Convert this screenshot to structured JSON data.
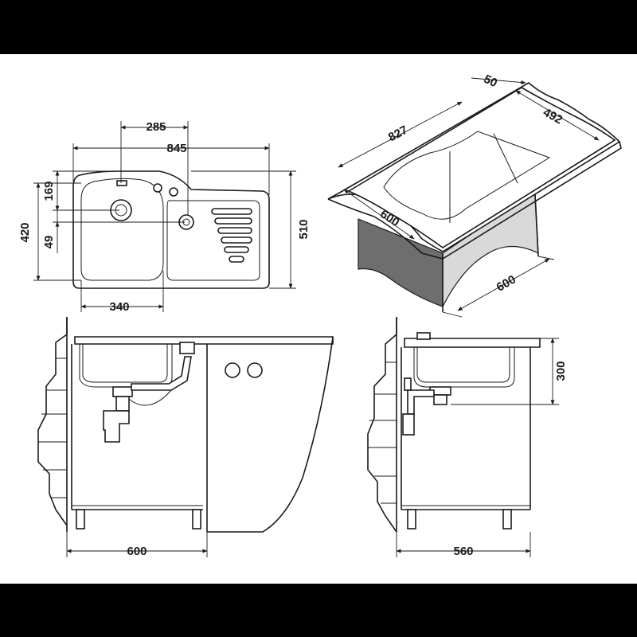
{
  "colors": {
    "background": "#000000",
    "drawing": "#ffffff",
    "line": "#1a1a1a",
    "shade": "#6e6e6e"
  },
  "plan_view": {
    "width_845": "845",
    "offset_285": "285",
    "bowl_340": "340",
    "height_510": "510",
    "height_420": "420",
    "offset_169": "169",
    "offset_49": "49"
  },
  "iso_view": {
    "top_827": "827",
    "top_50": "50",
    "top_492": "492",
    "front_600": "600",
    "side_600": "600"
  },
  "front_view": {
    "width_600": "600"
  },
  "side_view": {
    "width_560": "560",
    "depth_300": "300"
  }
}
